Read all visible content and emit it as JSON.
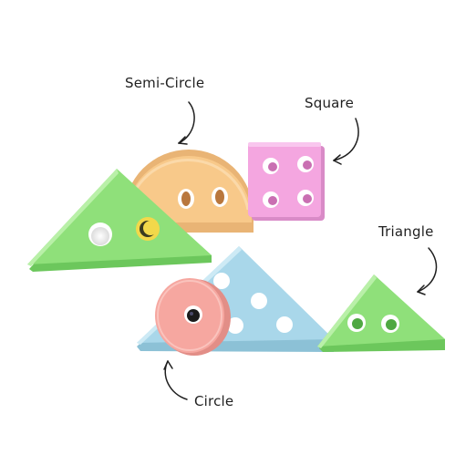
{
  "labels": {
    "semi_circle": "Semi-Circle",
    "square": "Square",
    "triangle": "Triangle",
    "circle": "Circle"
  },
  "colors": {
    "green": "#8fe07a",
    "orange": "#f8c98a",
    "pink": "#f4a6e0",
    "blue": "#a9d7ea",
    "salmon": "#f6a7a0",
    "hole_yellow": "#f2d84a",
    "hole_dark": "#1b1b1b"
  }
}
